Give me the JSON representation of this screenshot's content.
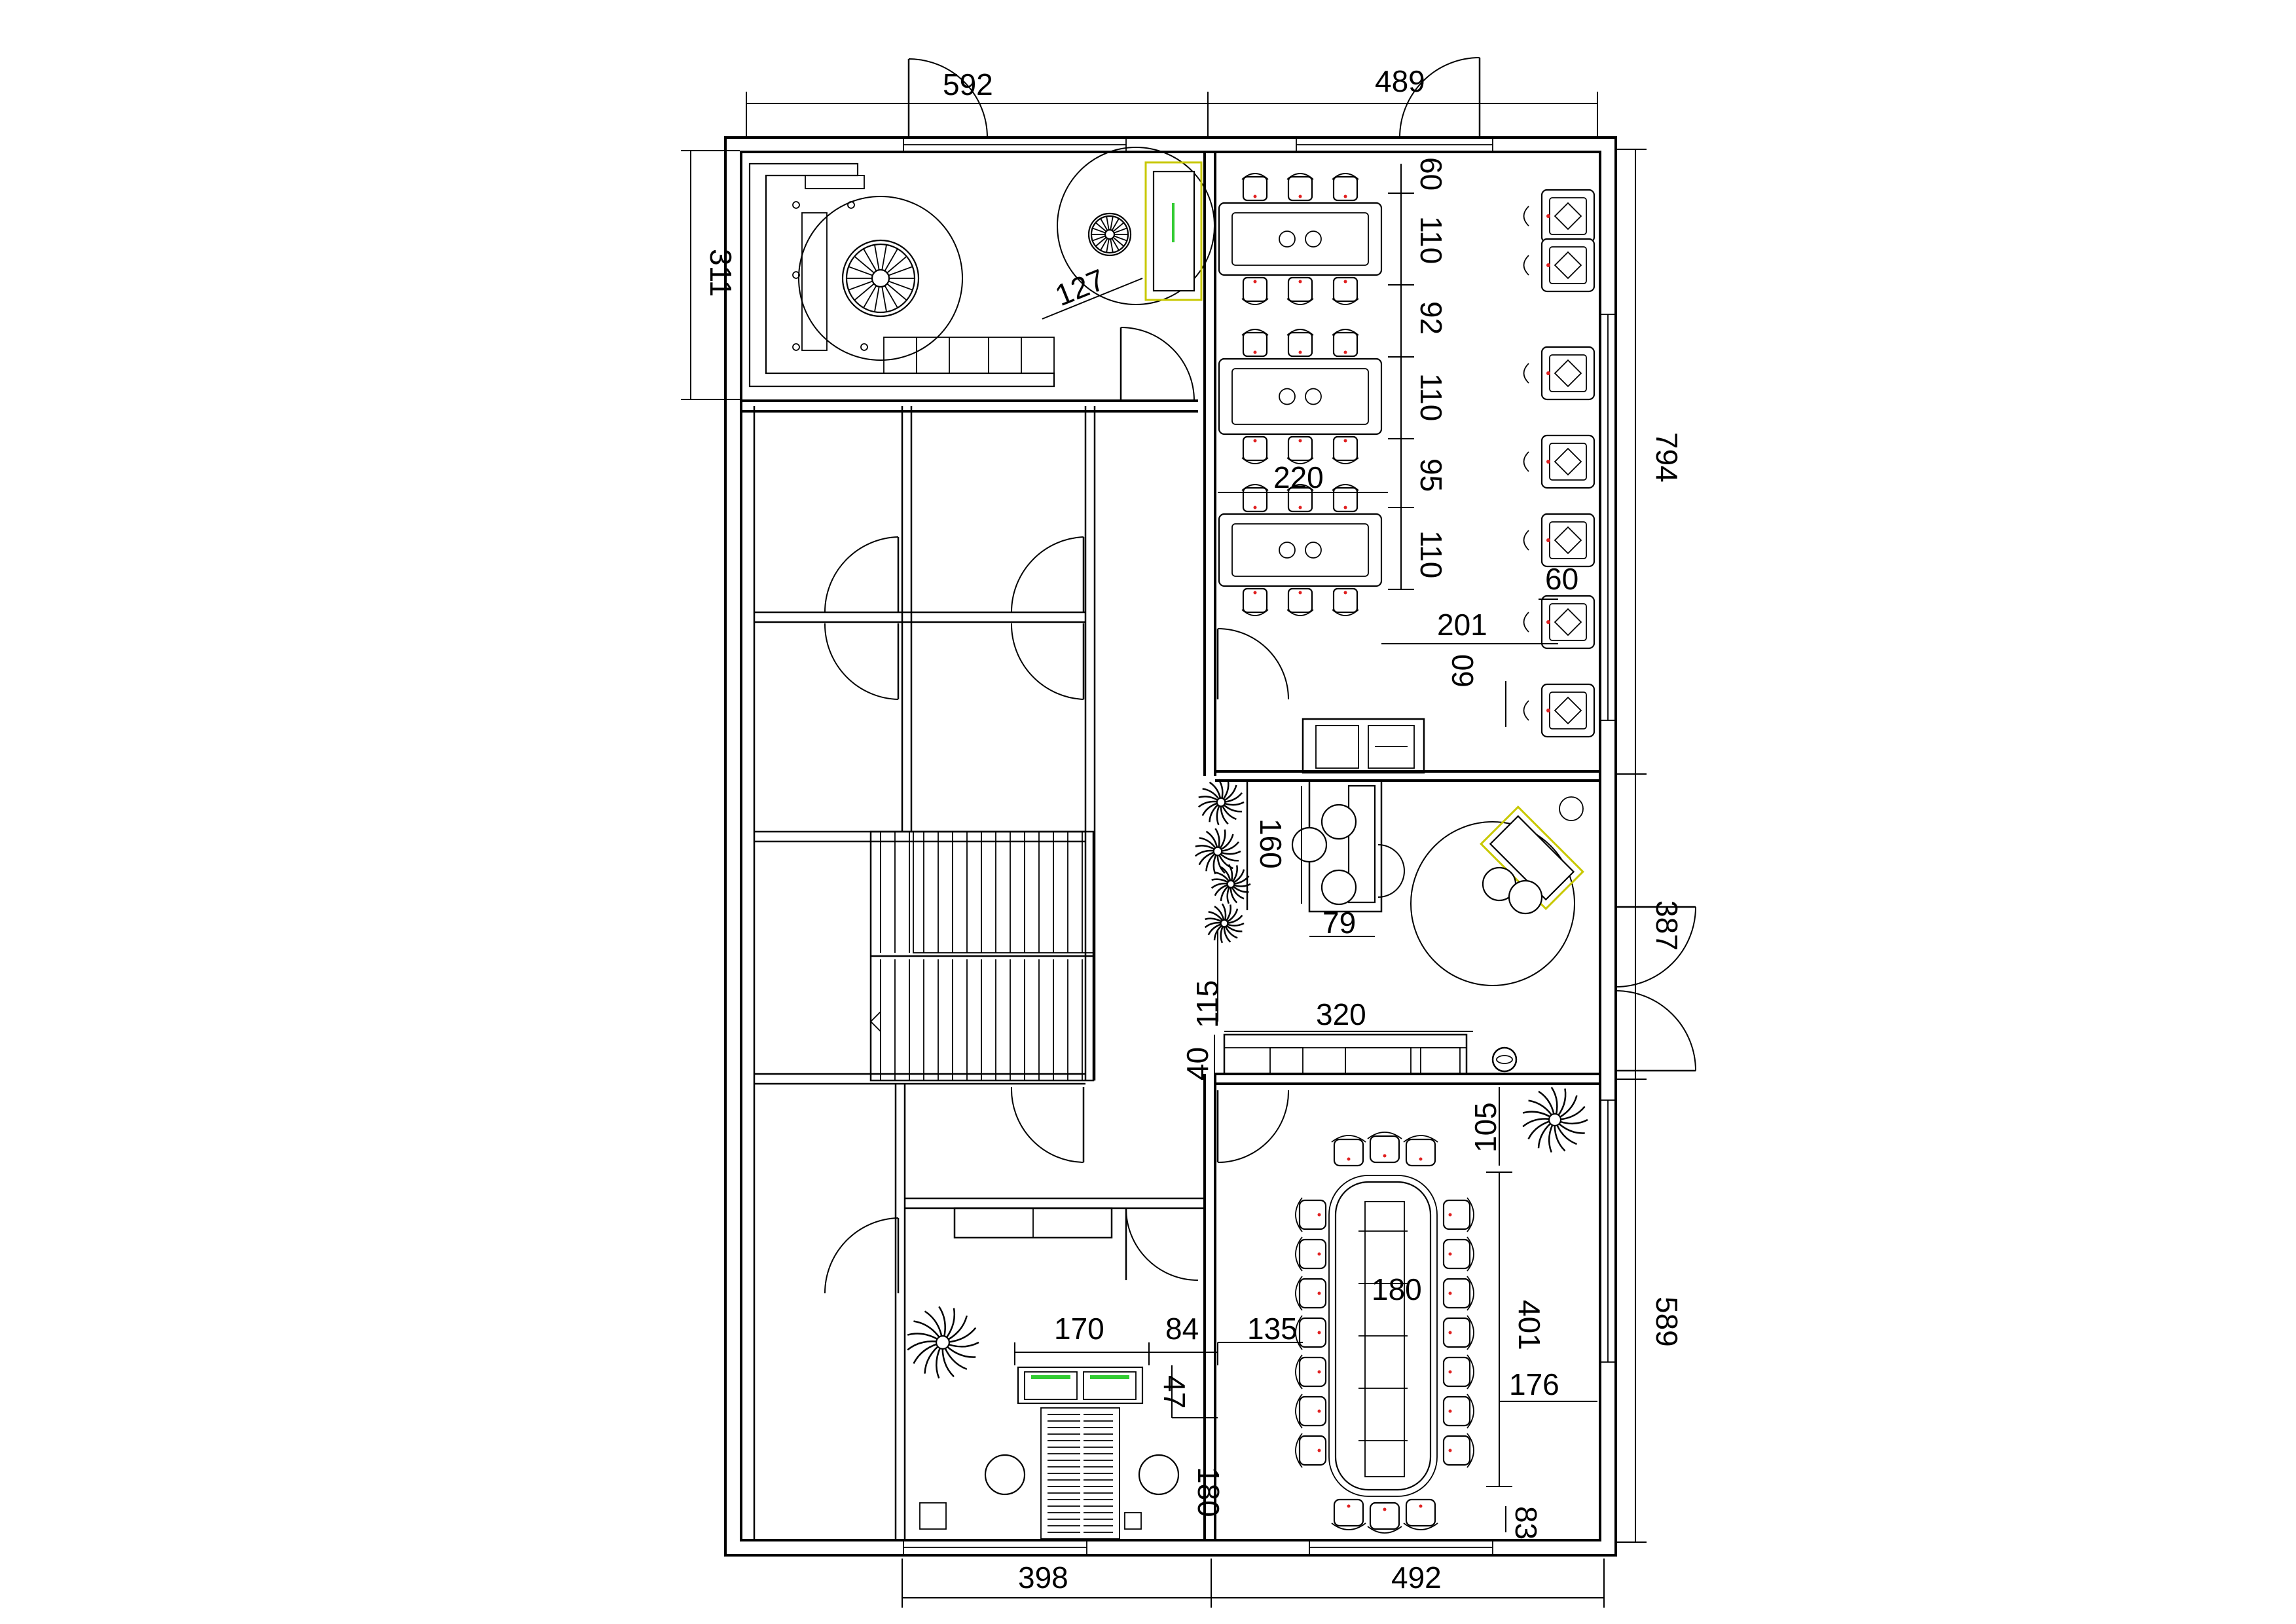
{
  "dimensions": {
    "top_left_width": "592",
    "top_right_width": "489",
    "left_top_height": "311",
    "right_top_height": "794",
    "right_mid_height": "387",
    "right_bottom_height": "589",
    "bottom_left_width": "398",
    "bottom_right_width": "492",
    "diagonal": "127",
    "dining_row_gap_top": "60",
    "dining_table_depth_1": "110",
    "dining_row_gap_1": "92",
    "dining_table_depth_2": "110",
    "dining_row_gap_2": "95",
    "dining_table_depth_3": "110",
    "dining_table_width": "220",
    "dining_offset": "201",
    "chair_spacing_a": "60",
    "chair_spacing_b": "60",
    "desk_height": "160",
    "desk_width": "79",
    "counter_width": "320",
    "corridor_width": "115",
    "counter_depth": "40",
    "meeting_gap_top": "105",
    "meeting_table_length": "401",
    "meeting_table_width": "180",
    "meeting_side_gap": "135",
    "meeting_right_gap": "176",
    "meeting_corner": "83",
    "bath_width": "170",
    "bath_side": "84",
    "bath_small": "47",
    "bath_height": "180"
  },
  "colors": {
    "wall": "#000000",
    "accent": "#c8c800",
    "fixture_mark": "#33cc33",
    "chair_mark": "#e02020"
  }
}
